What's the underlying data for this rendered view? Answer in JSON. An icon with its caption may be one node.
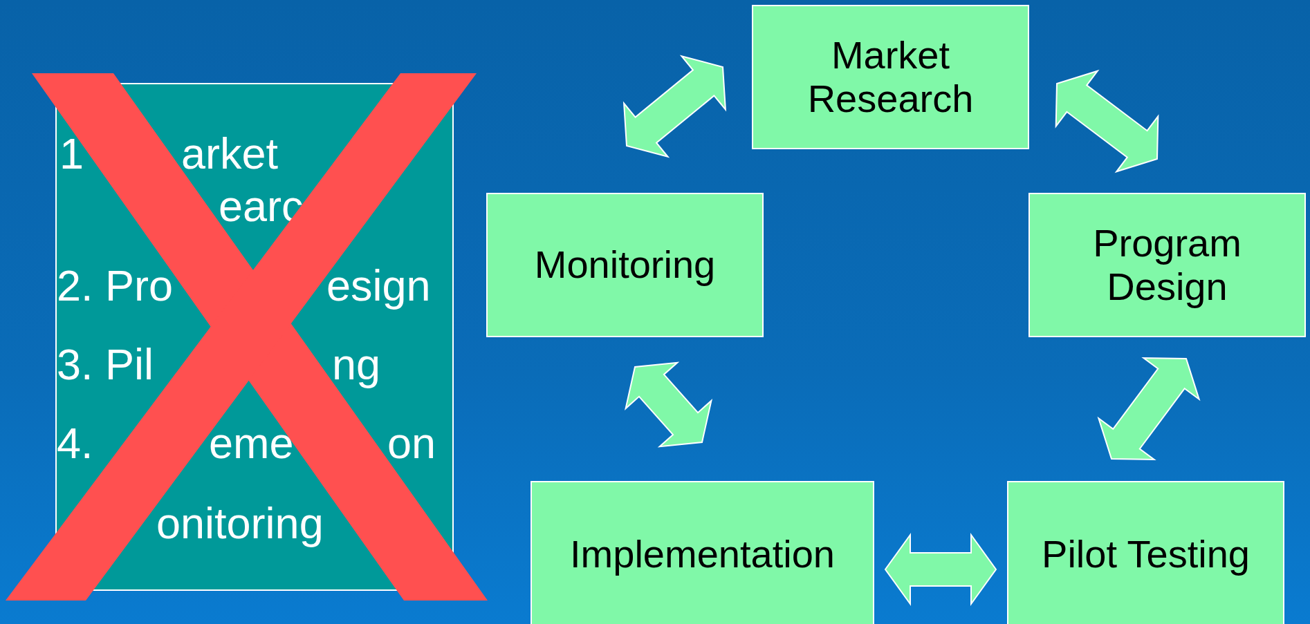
{
  "diagram": {
    "nodes": [
      {
        "text": [
          "1",
          "arket",
          "earc",
          "2. Pro",
          "esign",
          "3. Pil",
          "ng",
          "4.",
          "eme",
          "on",
          "onitoring"
        ]
      },
      {
        "text": [
          "Market Research"
        ]
      },
      {
        "text": [
          "Program Design"
        ]
      },
      {
        "text": [
          "Pilot Testing"
        ]
      },
      {
        "text": [
          "Implementation"
        ]
      },
      {
        "text": [
          "Monitoring"
        ]
      }
    ],
    "edges": [
      {
        "from": 5,
        "to": 1,
        "arrow": "both",
        "style": "thick"
      },
      {
        "from": 1,
        "to": 2,
        "arrow": "both",
        "style": "thick"
      },
      {
        "from": 2,
        "to": 3,
        "arrow": "both",
        "style": "thick"
      },
      {
        "from": 3,
        "to": 4,
        "arrow": "both",
        "style": "thick"
      },
      {
        "from": 4,
        "to": 5,
        "arrow": "both",
        "style": "thick"
      }
    ]
  }
}
